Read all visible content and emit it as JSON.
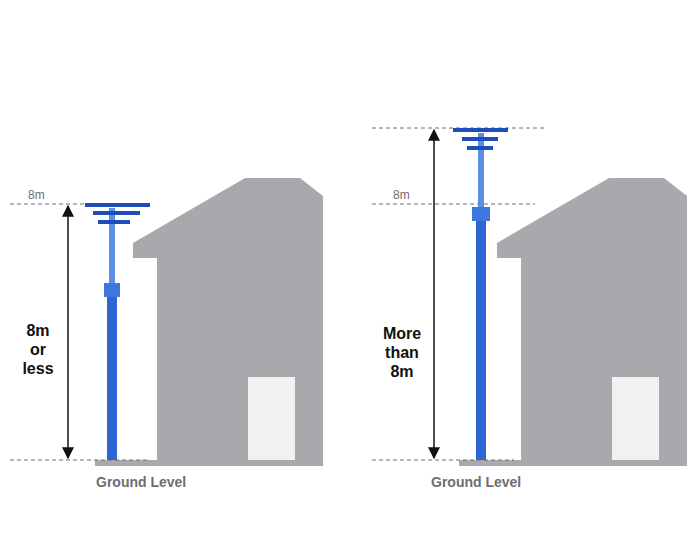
{
  "diagram": {
    "labels": [
      "8m",
      "8m or less",
      "Ground Level",
      "8m",
      "More than 8m",
      "Ground Level"
    ]
  }
}
